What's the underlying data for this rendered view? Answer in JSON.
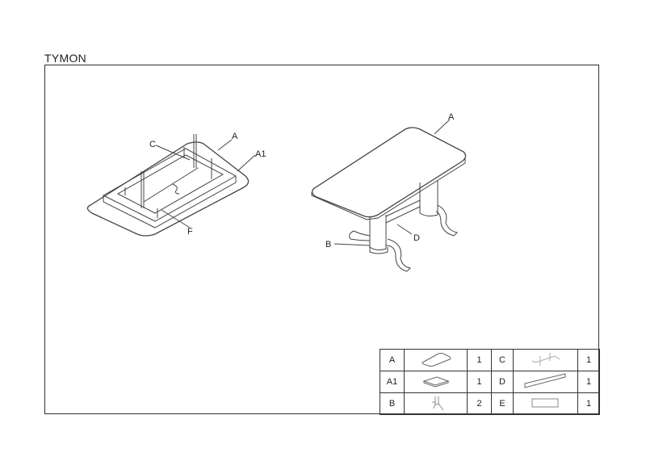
{
  "title": "TYMON",
  "labels": {
    "left_A": "A",
    "left_A1": "A1",
    "left_C": "C",
    "left_F": "F",
    "right_A": "A",
    "right_B": "B",
    "right_D": "D"
  },
  "parts": [
    {
      "code": "A",
      "qty": "1",
      "icon": "tabletop-icon",
      "code2": "C",
      "qty2": "1",
      "icon2": "bracket-icon"
    },
    {
      "code": "A1",
      "qty": "1",
      "icon": "frame-icon",
      "code2": "D",
      "qty2": "1",
      "icon2": "beam-icon"
    },
    {
      "code": "B",
      "qty": "2",
      "icon": "leg-icon",
      "code2": "E",
      "qty2": "1",
      "icon2": "panel-icon"
    }
  ]
}
